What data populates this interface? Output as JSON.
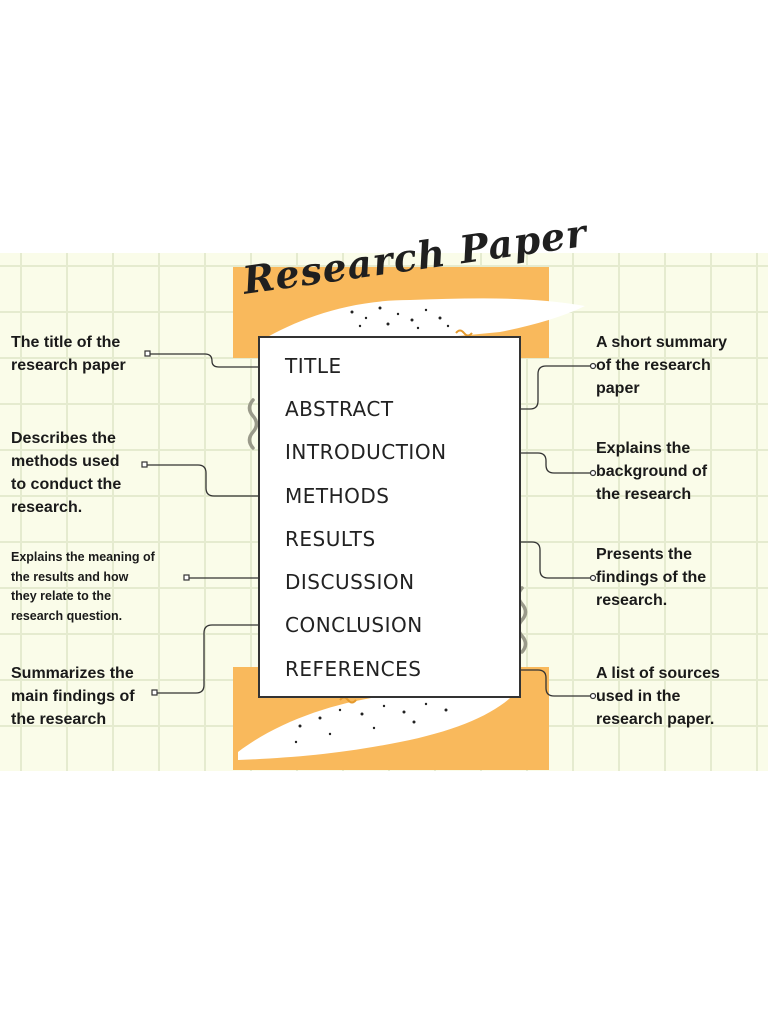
{
  "title": "Research Paper",
  "sections": [
    {
      "label": "TITLE",
      "note": "The title of the\nresearch paper"
    },
    {
      "label": "ABSTRACT",
      "note": "A short summary\nof the research\npaper"
    },
    {
      "label": "INTRODUCTION",
      "note": "Explains the\nbackground of\nthe research"
    },
    {
      "label": "METHODS",
      "note": "Describes the\nmethods used\nto conduct the\nresearch."
    },
    {
      "label": "RESULTS",
      "note": "Presents the\nfindings of the\nresearch."
    },
    {
      "label": "DISCUSSION",
      "note": "Explains the meaning of\nthe results and how\nthey relate to the\nresearch question."
    },
    {
      "label": "CONCLUSION",
      "note": "Summarizes the\nmain findings of\nthe research"
    },
    {
      "label": "REFERENCES",
      "note": "A list of sources\nused in the\nresearch paper."
    }
  ],
  "colors": {
    "accent": "#f9b95c",
    "background": "#fafce9",
    "grid": "#e5ebcf",
    "line": "#333333"
  }
}
